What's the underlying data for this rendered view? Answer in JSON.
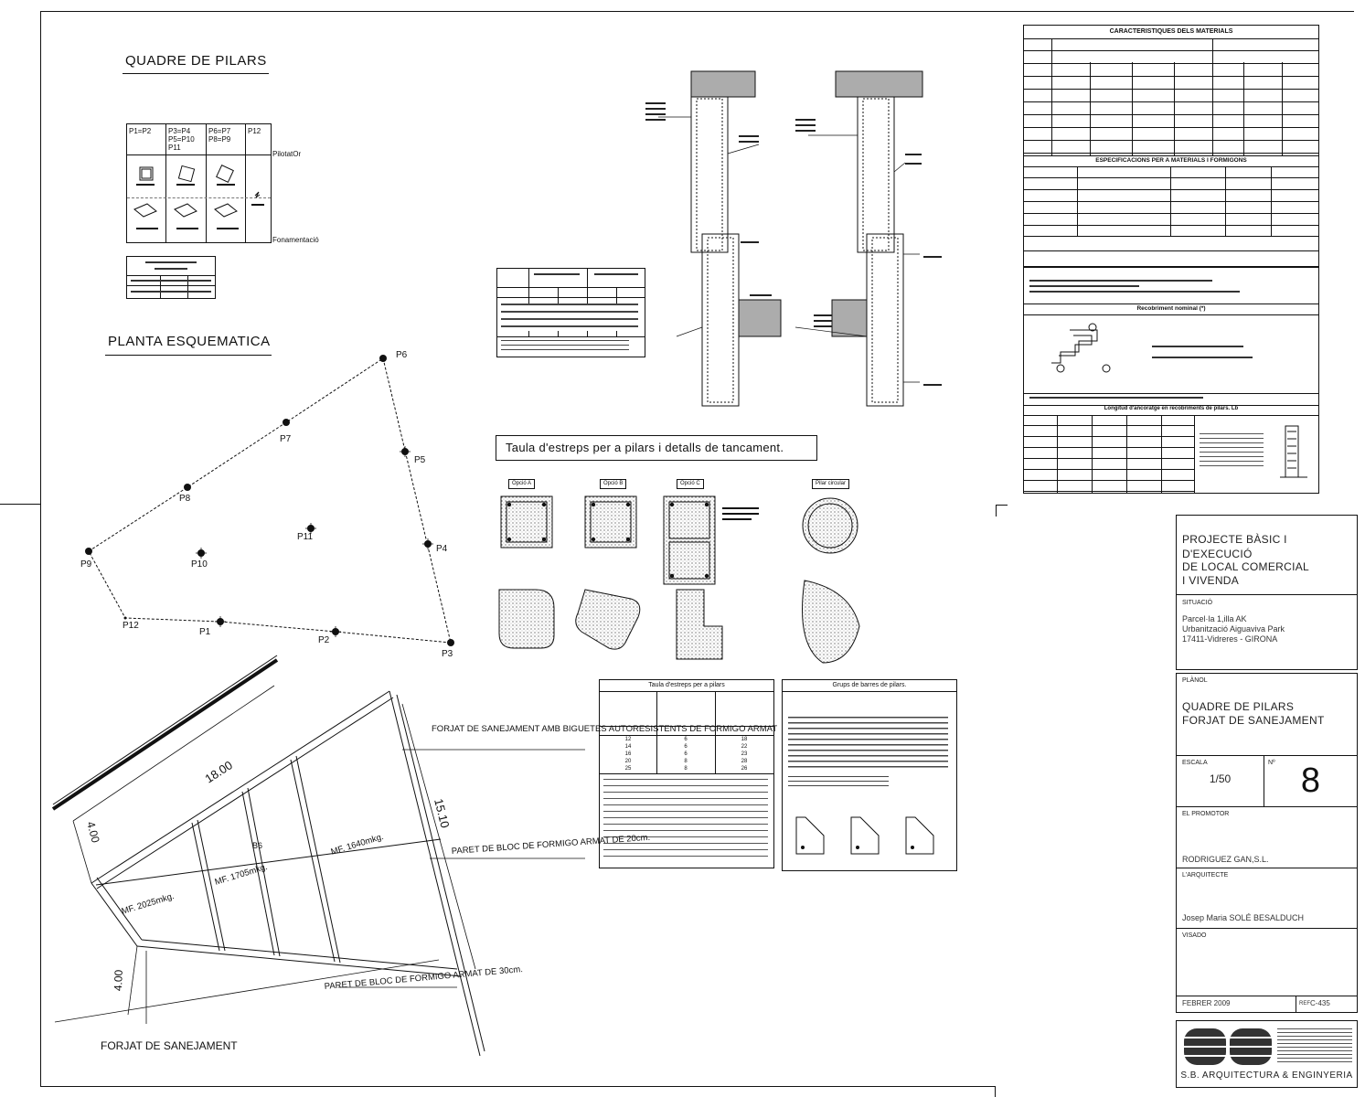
{
  "drawing": {
    "pillars_title": "QUADRE DE PILARS",
    "plan_title": "PLANTA ESQUEMATICA",
    "stirrups_title": "Taula d'estreps per a pilars i detalls de tancament.",
    "pillar_groups": [
      "P1=P2",
      "P3=P4 P5=P10 P11",
      "P6=P7 P8=P9",
      "P12"
    ],
    "row_labels": {
      "pillar": "PilotatOr",
      "foundation": "Fonamentació"
    },
    "pillars": [
      "P1",
      "P2",
      "P3",
      "P4",
      "P5",
      "P6",
      "P7",
      "P8",
      "P9",
      "P10",
      "P11",
      "P12"
    ],
    "sections": [
      "Opció A",
      "Opció B",
      "Opció C",
      "Pilar circular"
    ],
    "table_stirrups_title": "Taula d'estreps per a pilars",
    "table_bars_title": "Grups de barres de pilars.",
    "stirrup_rows": [
      [
        "12",
        "6",
        "18"
      ],
      [
        "14",
        "6",
        "22"
      ],
      [
        "16",
        "6",
        "23"
      ],
      [
        "20",
        "8",
        "28"
      ],
      [
        "25",
        "8",
        "26"
      ]
    ],
    "slab": {
      "note1": "FORJAT DE SANEJAMENT AMB BIGUETES AUTORESISTENTS DE FORMIGO ARMAT",
      "note2": "PARET DE BLOC DE FORMIGO ARMAT DE 20cm.",
      "note3": "PARET DE BLOC DE FORMIGO ARMAT DE 30cm.",
      "title": "FORJAT DE SANEJAMENT",
      "dim_top": "18.00",
      "dim_right": "15.10",
      "dim_left": "4.00",
      "dim_bottom": "4.00",
      "moments": [
        "MF. 2025mkg.",
        "MF. 1705mkg.",
        "MF. 1640mkg."
      ],
      "label_center": "B6"
    }
  },
  "materials_title": "CARACTERISTIQUES DELS MATERIALS",
  "specs_title": "ESPECIFICACIONS PER A MATERIALS I FORMIGONS",
  "cover_title": "Recobriment nominal (*)",
  "anchor_title": "Longitud d'ancoratge en recobriments de pilars. Lb",
  "title_block": {
    "project_lines": [
      "PROJECTE BÀSIC I",
      "D'EXECUCIÓ",
      "DE LOCAL COMERCIAL",
      "I VIVENDA"
    ],
    "situacio_label": "SITUACIÓ",
    "situacio_lines": [
      "Parcel·la 1,illa AK",
      "Urbanització Aiguaviva Park",
      "17411-Vidreres  -  GIRONA"
    ],
    "plano_label": "PLÀNOL",
    "plano_lines": [
      "QUADRE DE PILARS",
      "FORJAT DE SANEJAMENT"
    ],
    "escala_label": "ESCALA",
    "escala": "1/50",
    "num_label": "Nº",
    "num": "8",
    "promotor_label": "EL PROMOTOR",
    "promotor": "RODRIGUEZ GAN,S.L.",
    "arquitecte_label": "L'ARQUITECTE",
    "arquitecte": "Josep Maria SOLÉ BESALDUCH",
    "visado_label": "VISADO",
    "date": "FEBRER 2009",
    "ref_label": "REF",
    "ref": "C-435",
    "firm": "S.B. ARQUITECTURA & ENGINYERIA"
  }
}
